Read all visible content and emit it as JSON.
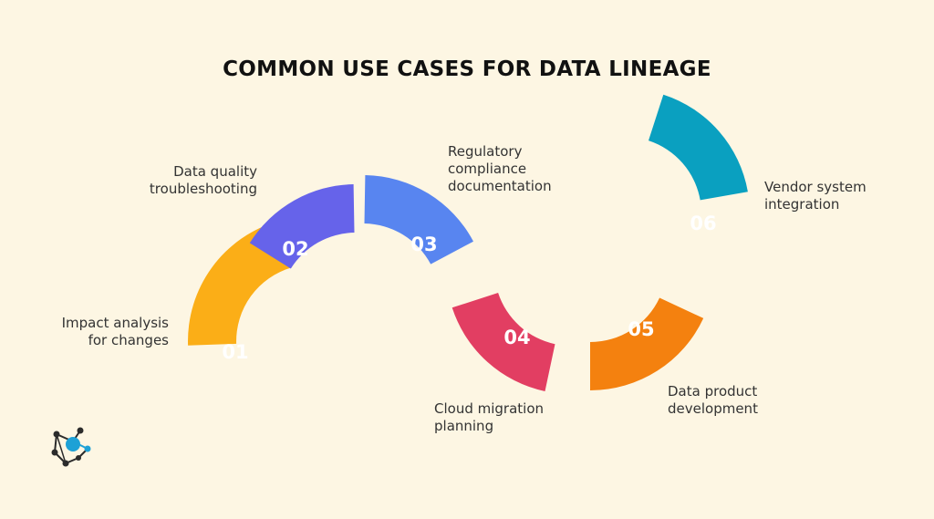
{
  "title": "COMMON USE CASES FOR DATA LINEAGE",
  "steps": [
    {
      "number": "01",
      "label": "Impact analysis\nfor changes",
      "color": "#fbae17"
    },
    {
      "number": "02",
      "label": "Data quality\ntroubleshooting",
      "color": "#6663ea"
    },
    {
      "number": "03",
      "label": "Regulatory\ncompliance\ndocumentation",
      "color": "#5885f0"
    },
    {
      "number": "04",
      "label": "Cloud migration\nplanning",
      "color": "#e23e62"
    },
    {
      "number": "05",
      "label": "Data product\ndevelopment",
      "color": "#f4810f"
    },
    {
      "number": "06",
      "label": "Vendor system\nintegration",
      "color": "#0aa0c0"
    }
  ],
  "logo": {
    "icon": "network-logo-icon",
    "colors": [
      "#2b2b2b",
      "#1ea1d6"
    ]
  }
}
